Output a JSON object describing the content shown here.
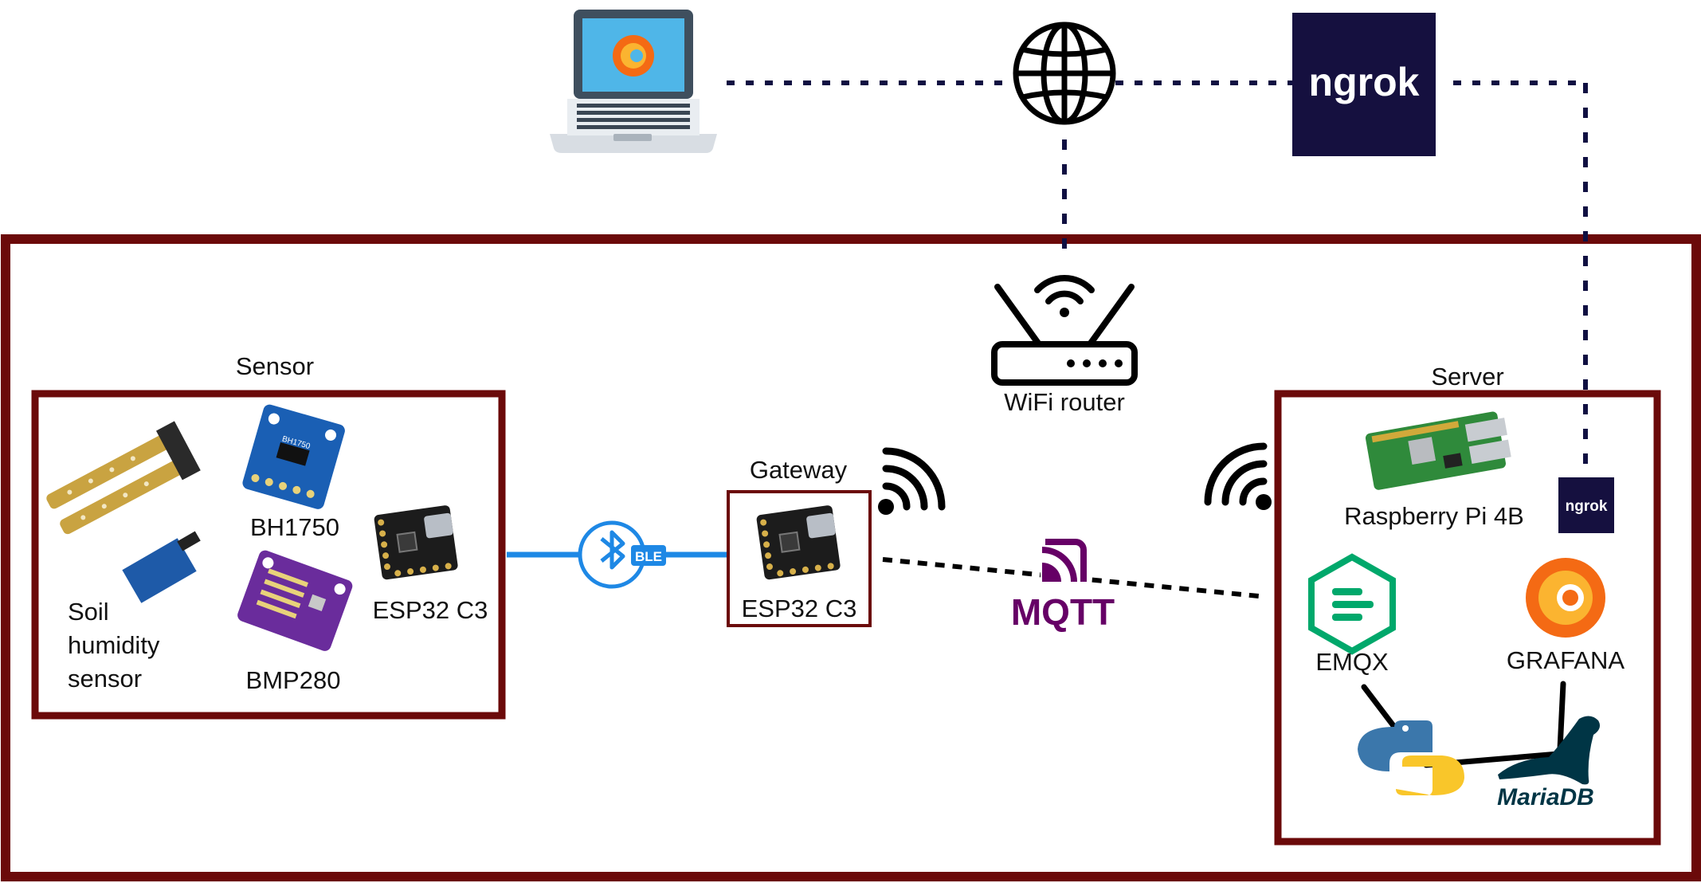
{
  "labels": {
    "sensor_group": "Sensor",
    "bh1750": "BH1750",
    "bmp280": "BMP280",
    "soil_line1": "Soil",
    "soil_line2": "humidity",
    "soil_line3": "sensor",
    "sensor_esp": "ESP32 C3",
    "gateway_group": "Gateway",
    "gateway_esp": "ESP32 C3",
    "wifi_router": "WiFi router",
    "server_group": "Server",
    "raspberry": "Raspberry Pi 4B",
    "emqx": "EMQX",
    "grafana": "GRAFANA",
    "mqtt": "MQTT",
    "ble": "BLE",
    "ngrok_large": "ngrok",
    "ngrok_small": "ngrok",
    "mariadb": "MariaDB"
  },
  "colors": {
    "frame": "#6b0a0a",
    "link": "#101042",
    "ble": "#1e88e5",
    "mqtt": "#660066",
    "ngrok_bg": "#15103f",
    "emqx": "#00a86b",
    "grafana": "#f46a14",
    "mariadb": "#003545"
  },
  "icons": [
    "laptop-icon",
    "globe-icon",
    "wifi-router-icon",
    "wifi-signal-icon",
    "bluetooth-icon",
    "python-icon",
    "mariadb-seal-icon",
    "raspberry-pi-icon",
    "esp32-board-icon"
  ]
}
